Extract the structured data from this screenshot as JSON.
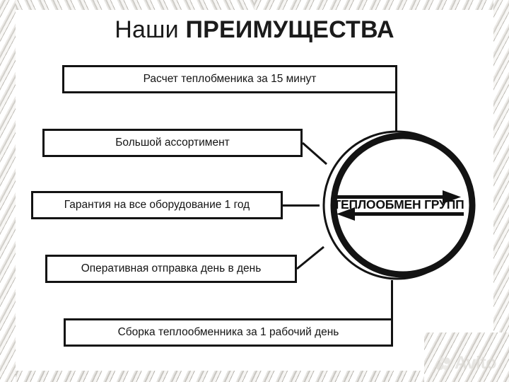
{
  "page": {
    "background_color": "#ffffff",
    "ink_color": "#131313"
  },
  "title": {
    "light_part": "Наши",
    "bold_part": "ПРЕИМУЩЕСТВА",
    "full": "Наши ПРЕИМУЩЕСТВА"
  },
  "features": [
    {
      "id": "calc-time",
      "label": "Расчет теплобменика за 15 минут"
    },
    {
      "id": "assortment",
      "label": "Большой ассортимент"
    },
    {
      "id": "warranty",
      "label": "Гарантия на все оборудование 1 год"
    },
    {
      "id": "shipping",
      "label": "Оперативная отправка день в день"
    },
    {
      "id": "assembly-time",
      "label": "Сборка теплообменника за 1 рабочий день"
    }
  ],
  "logo": {
    "text": "ТЕПЛООБМЕН ГРУПП",
    "arrow_top": "right-arrow",
    "arrow_bottom": "left-arrow",
    "ring_color": "#111111"
  },
  "watermark": {
    "brand": "Avito",
    "color": "#d9d7d2"
  }
}
